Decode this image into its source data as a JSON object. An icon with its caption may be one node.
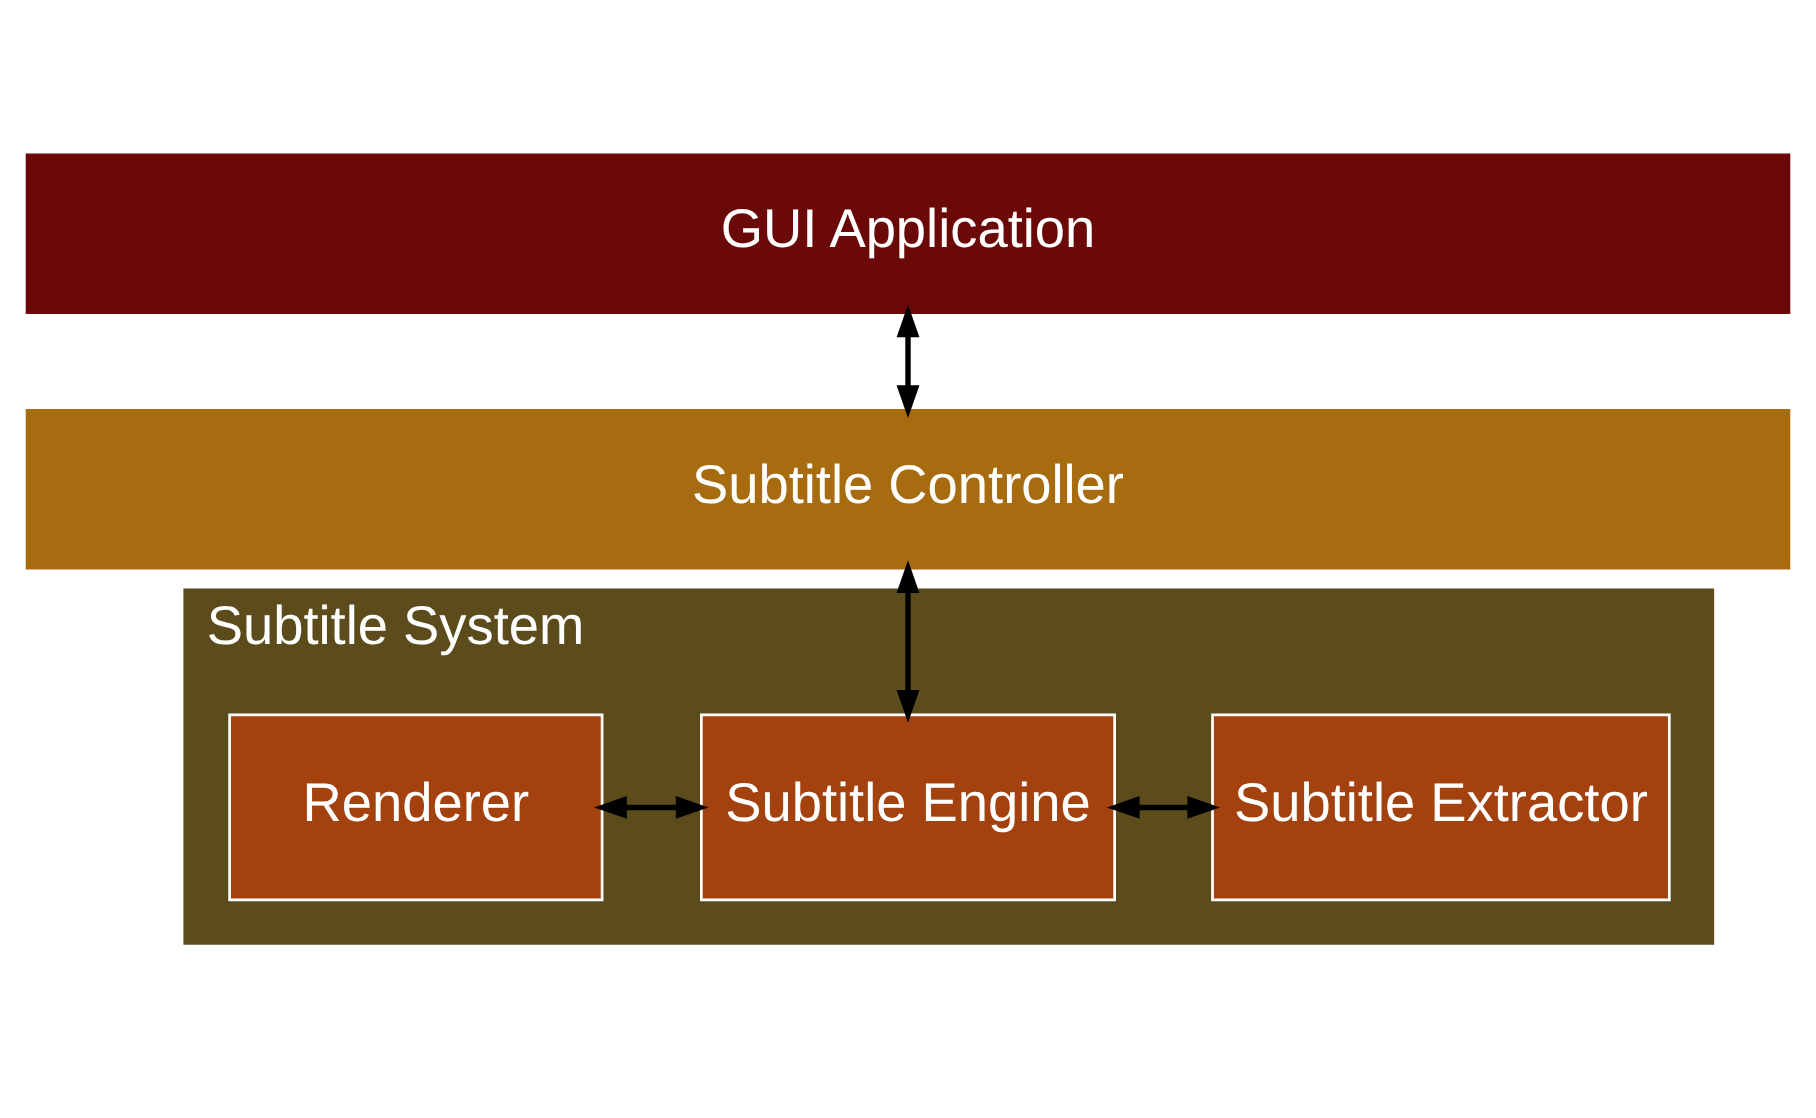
{
  "diagram": {
    "nodes": [
      {
        "text": [
          "GUI Application"
        ]
      },
      {
        "text": [
          "Subtitle Controller"
        ]
      },
      {
        "text": [
          "Subtitle System"
        ]
      },
      {
        "text": [
          "Subtitle Extractor"
        ],
        "in": 2
      },
      {
        "text": [
          "Subtitle Engine"
        ],
        "in": 2
      },
      {
        "text": [
          "Renderer"
        ],
        "in": 2
      }
    ],
    "edges": [
      {
        "from": 0,
        "to": 1,
        "arrow": "both"
      },
      {
        "from": 1,
        "to": 4,
        "arrow": "both"
      },
      {
        "from": 3,
        "to": 4,
        "arrow": "both"
      },
      {
        "from": 4,
        "to": 5,
        "arrow": "both"
      }
    ]
  }
}
